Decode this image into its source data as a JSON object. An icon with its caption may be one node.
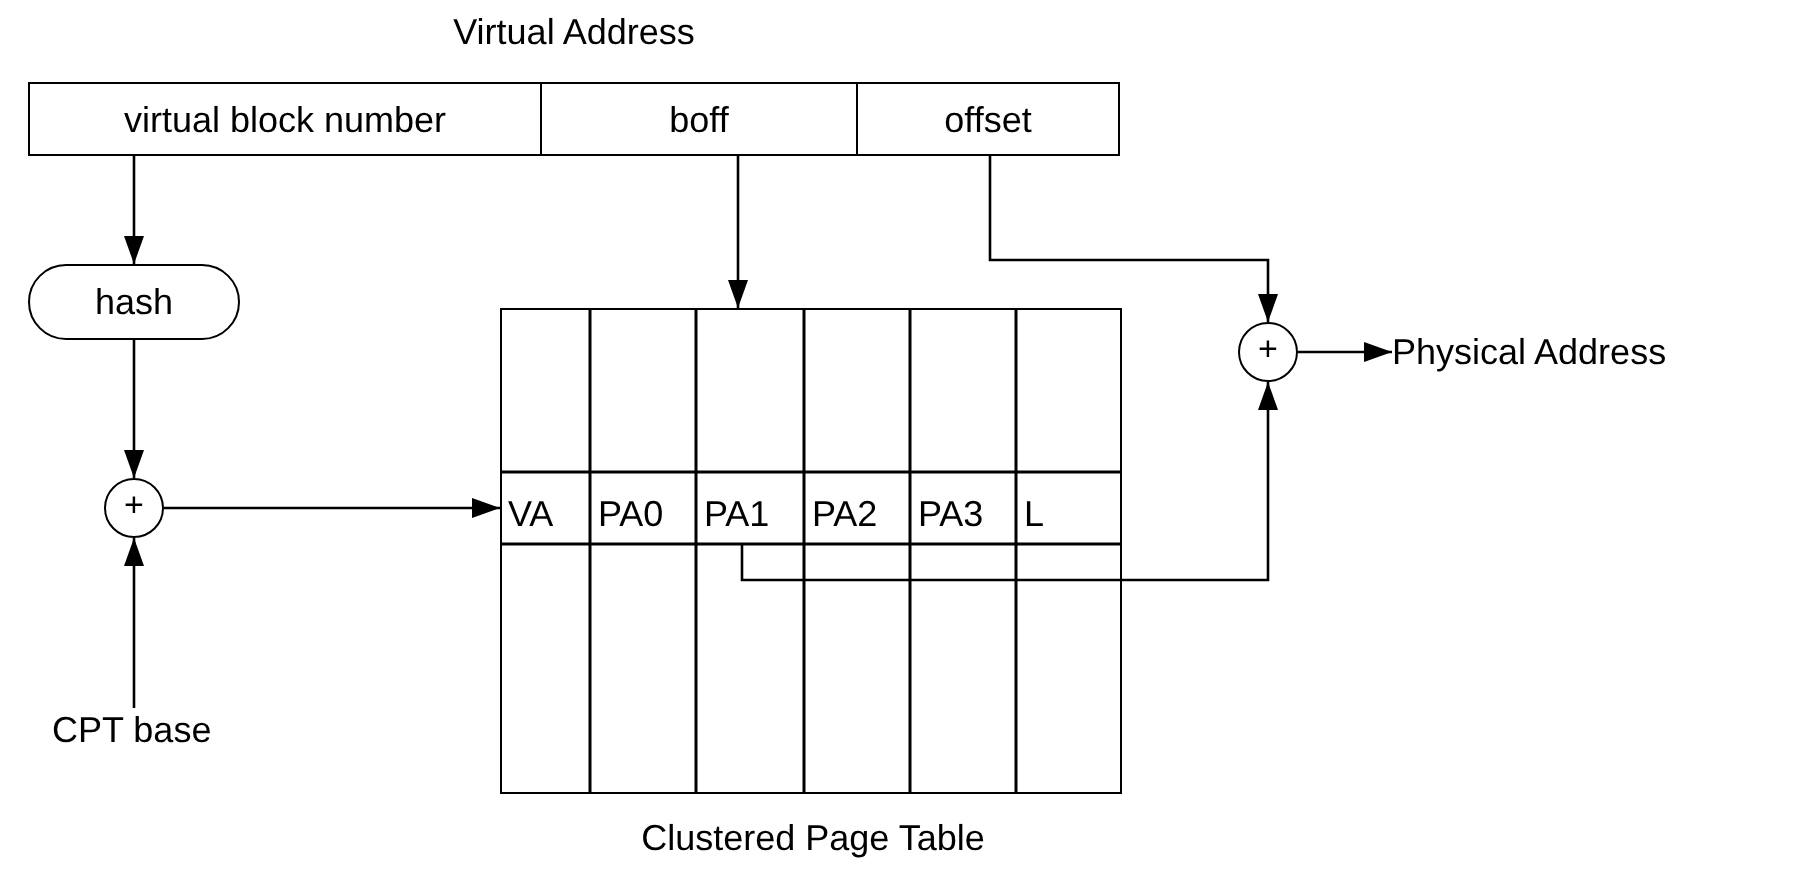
{
  "diagram": {
    "nodes": [
      {
        "text": [
          "Virtual Address"
        ]
      },
      {
        "text": [
          "virtual block number"
        ],
        "in": 0
      },
      {
        "text": [
          "boff"
        ],
        "in": 0
      },
      {
        "text": [
          "offset"
        ],
        "in": 0
      },
      {
        "text": [
          "hash"
        ]
      },
      {
        "text": [
          "+"
        ]
      },
      {
        "text": [
          "CPT base"
        ]
      },
      {
        "text": [
          "Clustered Page Table"
        ]
      },
      {
        "text": [
          "VA"
        ],
        "in": 7
      },
      {
        "text": [
          "PA0"
        ],
        "in": 7
      },
      {
        "text": [
          "PA1"
        ],
        "in": 7
      },
      {
        "text": [
          "PA2"
        ],
        "in": 7
      },
      {
        "text": [
          "PA3"
        ],
        "in": 7
      },
      {
        "text": [
          "L"
        ],
        "in": 7
      },
      {
        "text": [
          "+"
        ]
      },
      {
        "text": [
          "Physical Address"
        ]
      }
    ],
    "edges": [
      {
        "from": 1,
        "to": 4,
        "arrow": "to"
      },
      {
        "from": 4,
        "to": 5,
        "arrow": "to"
      },
      {
        "from": 6,
        "to": 5,
        "arrow": "to"
      },
      {
        "from": 5,
        "to": 8,
        "arrow": "to"
      },
      {
        "from": 2,
        "to": 7,
        "arrow": "to"
      },
      {
        "from": 3,
        "to": 14,
        "arrow": "to"
      },
      {
        "from": 10,
        "to": 14,
        "arrow": "to"
      },
      {
        "from": 14,
        "to": 15,
        "arrow": "to"
      }
    ]
  }
}
